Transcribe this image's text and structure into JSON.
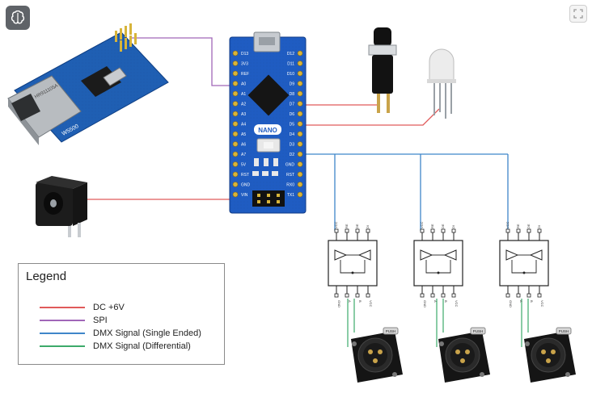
{
  "legend": {
    "title": "Legend",
    "items": [
      {
        "label": "DC +6V",
        "color": "#e05a5a"
      },
      {
        "label": "SPI",
        "color": "#a066b8"
      },
      {
        "label": "DMX Signal (Single Ended)",
        "color": "#3f86c9"
      },
      {
        "label": "DMX Signal (Differential)",
        "color": "#3caa6a"
      }
    ]
  },
  "arduino": {
    "chip_label": "NANO",
    "left_pins": [
      "D13",
      "3V3",
      "REF",
      "A0",
      "A1",
      "A2",
      "A3",
      "A4",
      "A5",
      "A6",
      "A7",
      "5V",
      "RST",
      "GND",
      "VIN"
    ],
    "right_pins": [
      "D12",
      "D11",
      "D10",
      "D9",
      "D8",
      "D7",
      "D6",
      "D5",
      "D4",
      "D3",
      "D2",
      "GND",
      "RST",
      "RX0",
      "TX1"
    ]
  },
  "ethernet_module": {
    "label": "W5500"
  },
  "drivers": {
    "top_pins": [
      "VCC",
      "RE",
      "DE",
      "DI"
    ],
    "bottom_pins": [
      "GND",
      "A",
      "B",
      "VCC"
    ]
  },
  "xlr": {
    "tab_label": "PUSH"
  },
  "icons": {
    "app": "brain-icon",
    "expand": "expand-icon"
  }
}
